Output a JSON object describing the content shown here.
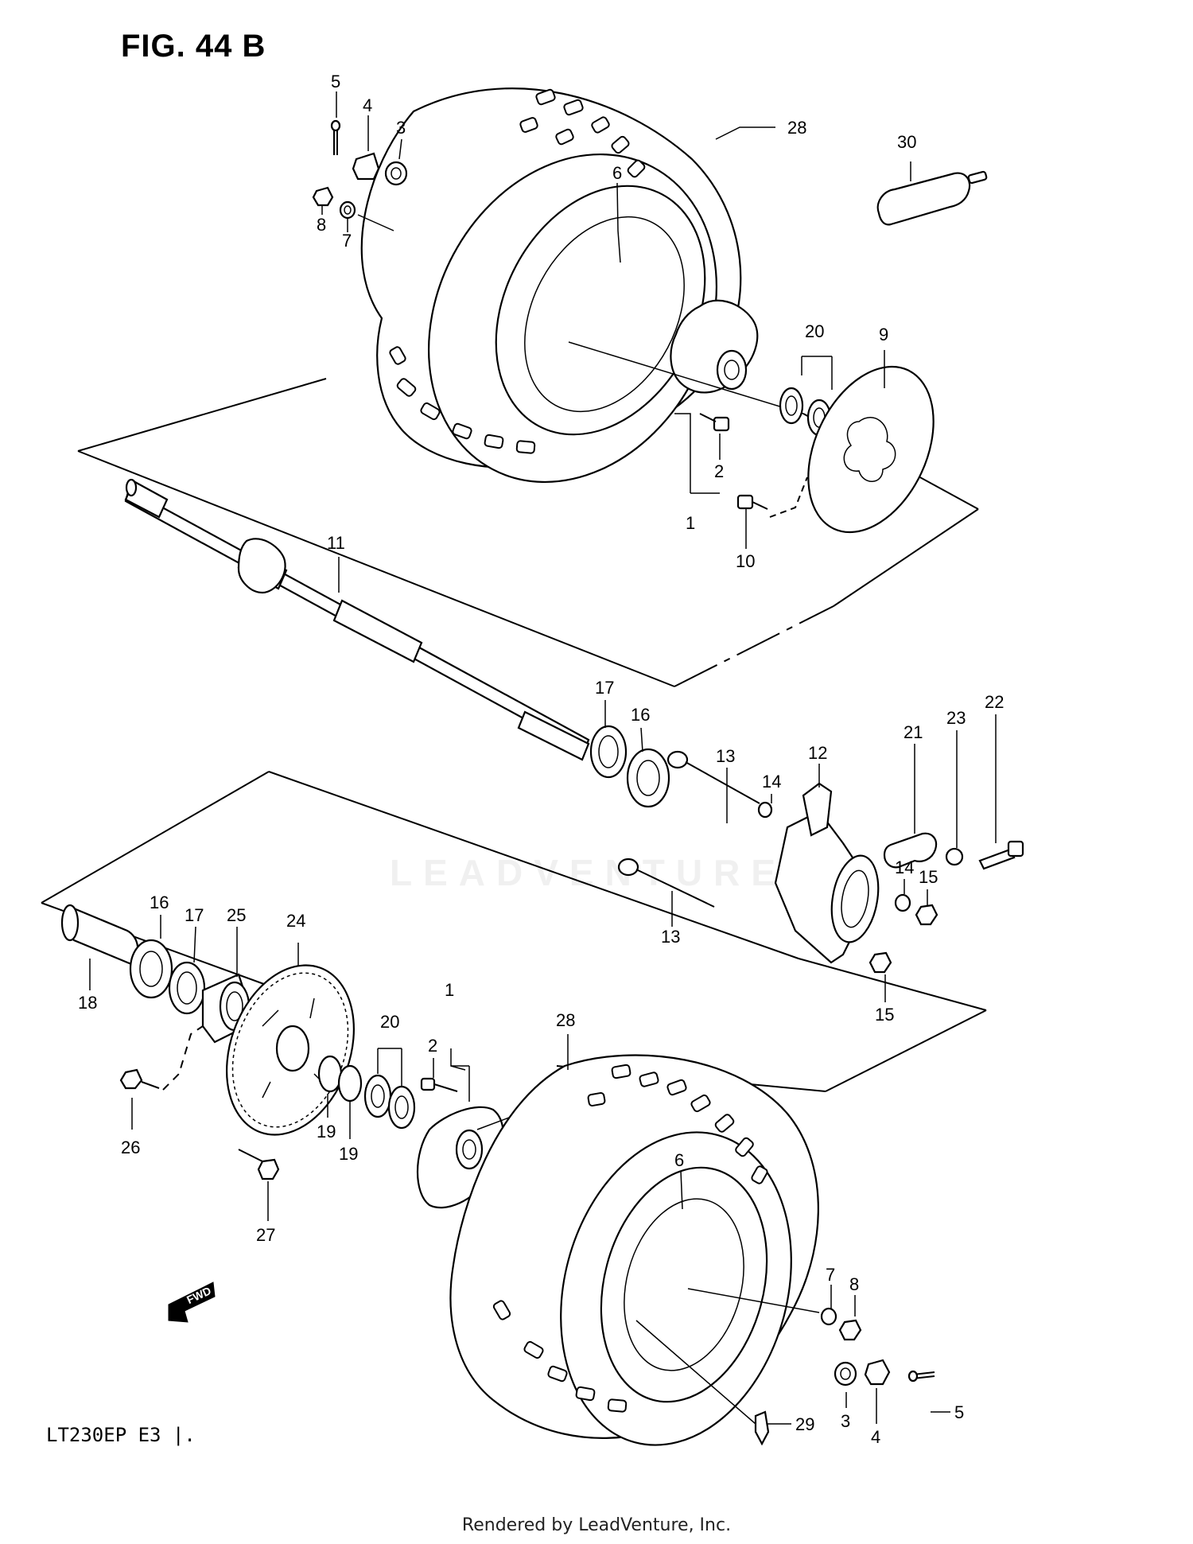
{
  "figure": {
    "title": "FIG. 44 B",
    "model_label": "LT230EP  E3 |.",
    "footer": "Rendered by LeadVenture, Inc.",
    "watermark": "LEADVENTURE",
    "fwd_label": "FWD"
  },
  "callouts": [
    {
      "id": "c5a",
      "text": "5"
    },
    {
      "id": "c4a",
      "text": "4"
    },
    {
      "id": "c3a",
      "text": "3"
    },
    {
      "id": "c8a",
      "text": "8"
    },
    {
      "id": "c7a",
      "text": "7"
    },
    {
      "id": "c28a",
      "text": "28"
    },
    {
      "id": "c6a",
      "text": "6"
    },
    {
      "id": "c30",
      "text": "30"
    },
    {
      "id": "c20a",
      "text": "20"
    },
    {
      "id": "c9",
      "text": "9"
    },
    {
      "id": "c2a",
      "text": "2"
    },
    {
      "id": "c1a",
      "text": "1"
    },
    {
      "id": "c10",
      "text": "10"
    },
    {
      "id": "c11",
      "text": "11"
    },
    {
      "id": "c17a",
      "text": "17"
    },
    {
      "id": "c16a",
      "text": "16"
    },
    {
      "id": "c13a",
      "text": "13"
    },
    {
      "id": "c14a",
      "text": "14"
    },
    {
      "id": "c12",
      "text": "12"
    },
    {
      "id": "c21",
      "text": "21"
    },
    {
      "id": "c23",
      "text": "23"
    },
    {
      "id": "c22",
      "text": "22"
    },
    {
      "id": "c14b",
      "text": "14"
    },
    {
      "id": "c15a",
      "text": "15"
    },
    {
      "id": "c13b",
      "text": "13"
    },
    {
      "id": "c15b",
      "text": "15"
    },
    {
      "id": "c16b",
      "text": "16"
    },
    {
      "id": "c17b",
      "text": "17"
    },
    {
      "id": "c25",
      "text": "25"
    },
    {
      "id": "c24",
      "text": "24"
    },
    {
      "id": "c18",
      "text": "18"
    },
    {
      "id": "c1b",
      "text": "1"
    },
    {
      "id": "c20b",
      "text": "20"
    },
    {
      "id": "c2b",
      "text": "2"
    },
    {
      "id": "c28b",
      "text": "28"
    },
    {
      "id": "c26",
      "text": "26"
    },
    {
      "id": "c19a",
      "text": "19"
    },
    {
      "id": "c19b",
      "text": "19"
    },
    {
      "id": "c27",
      "text": "27"
    },
    {
      "id": "c6b",
      "text": "6"
    },
    {
      "id": "c7b",
      "text": "7"
    },
    {
      "id": "c8b",
      "text": "8"
    },
    {
      "id": "c3b",
      "text": "3"
    },
    {
      "id": "c4b",
      "text": "4"
    },
    {
      "id": "c5b",
      "text": "5"
    },
    {
      "id": "c29",
      "text": "29"
    }
  ]
}
